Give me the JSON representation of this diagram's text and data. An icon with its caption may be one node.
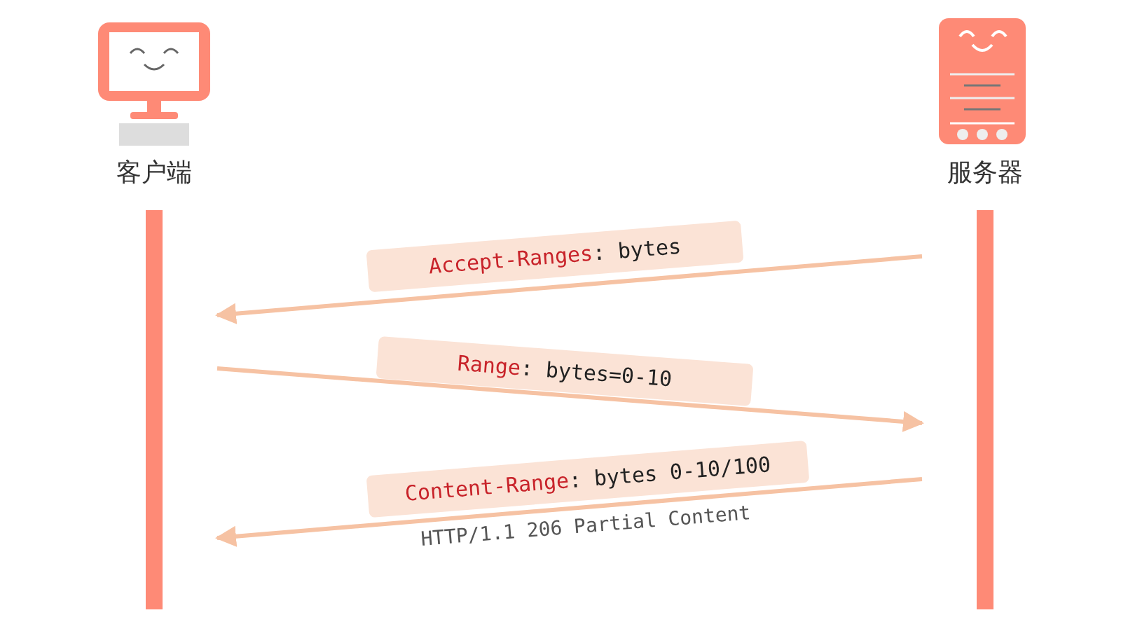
{
  "diagram": {
    "nodes": [
      {
        "text": [
          "客户端"
        ]
      },
      {
        "text": [
          "服务器"
        ]
      }
    ],
    "edges": [
      {
        "from": 1,
        "to": 0,
        "arrow": "to",
        "label": "Accept-Ranges: bytes"
      },
      {
        "from": 0,
        "to": 1,
        "arrow": "to",
        "label": "Range: bytes=0-10"
      },
      {
        "from": 1,
        "to": 0,
        "arrow": "to",
        "label": "Content-Range: bytes 0-10/100"
      }
    ],
    "labels": [
      "HTTP/1.1 206 Partial Content"
    ]
  }
}
